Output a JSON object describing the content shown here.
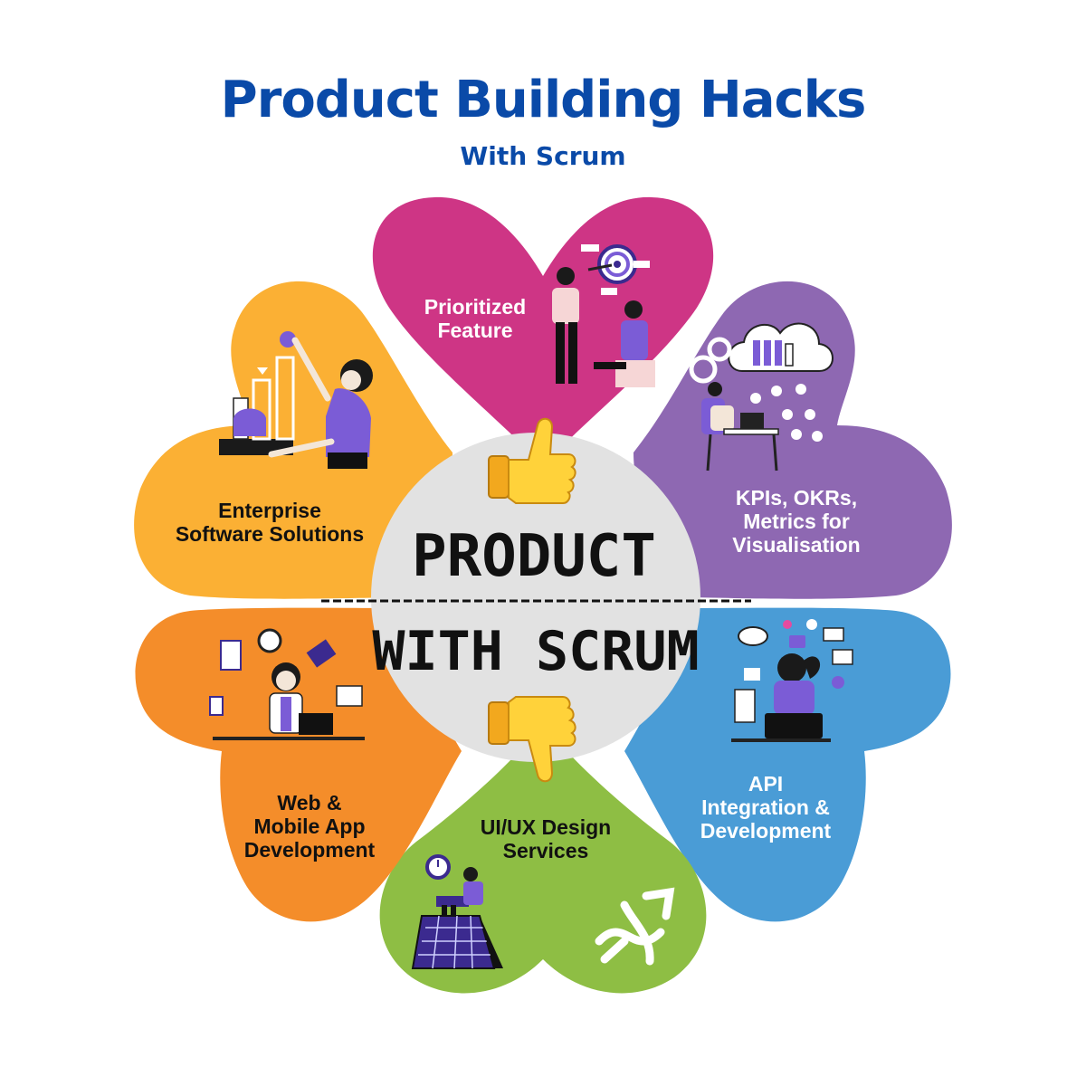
{
  "header": {
    "title": "Product Building Hacks",
    "subtitle": "With Scrum"
  },
  "center": {
    "top_text": "PRODUCT",
    "bottom_text": "WITH SCRUM",
    "top_icon": "thumbs-up-icon",
    "bottom_icon": "thumbs-down-icon"
  },
  "petals": [
    {
      "id": "prioritized-feature",
      "color": "#CE3585",
      "lines": [
        "Prioritized",
        "Feature"
      ]
    },
    {
      "id": "kpis-okrs",
      "color": "#8E68B2",
      "lines": [
        "KPIs, OKRs,",
        "Metrics for",
        "Visualisation"
      ]
    },
    {
      "id": "api-integration",
      "color": "#4A9CD6",
      "lines": [
        "API",
        "Integration &",
        "Development"
      ]
    },
    {
      "id": "ui-ux-design",
      "color": "#8EBE44",
      "lines": [
        "UI/UX Design",
        "Services"
      ]
    },
    {
      "id": "web-mobile-app",
      "color": "#F48D2A",
      "lines": [
        "Web &",
        "Mobile App",
        "Development"
      ]
    },
    {
      "id": "enterprise-software",
      "color": "#FBB034",
      "lines": [
        "Enterprise",
        "Software Solutions"
      ]
    }
  ],
  "colors": {
    "title": "#0A4AA8",
    "center_fill": "#E2E2E2",
    "text_dark": "#111111",
    "text_light": "#FFFFFF"
  }
}
